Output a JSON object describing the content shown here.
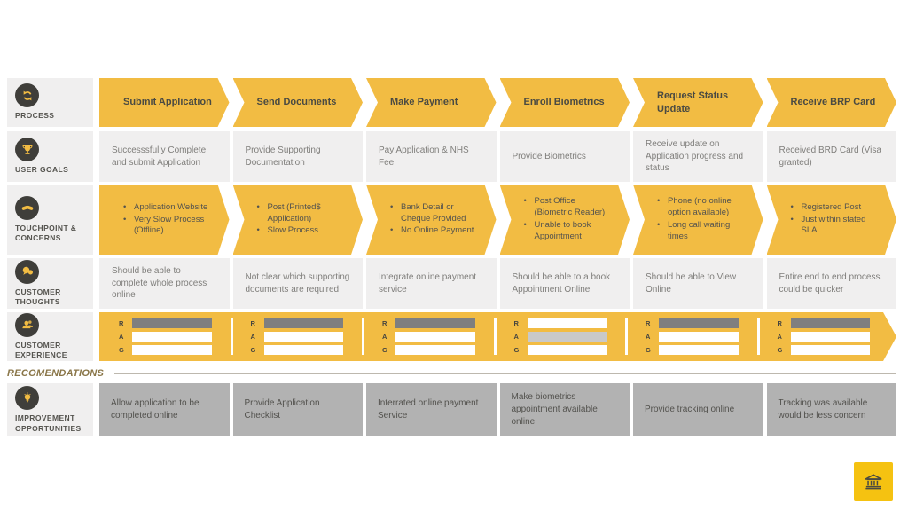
{
  "colors": {
    "yellow": "#F2BC43",
    "dark_circle": "#3F3E3A",
    "light_box": "#F0EFEF",
    "gray_box": "#B2B2B2",
    "rag_filled_dark": "#7F7F7F",
    "rag_filled_light": "#C9C9C9",
    "rag_empty": "#FFFFFF",
    "recommendations_text": "#8A7648"
  },
  "sidebar": {
    "process_label": "PROCESS",
    "user_goals_label": "USER GOALS",
    "touchpoints_label": "TOUCHPOINT & CONCERNS",
    "thoughts_label": "CUSTOMER THOUGHTS",
    "experience_label": "CUSTOMER EXPERIENCE",
    "improvement_label": "IMPROVEMENT OPPORTUNITIES",
    "recommendations_label": "RECOMENDATIONS"
  },
  "rag_letters": {
    "r": "R",
    "a": "A",
    "g": "G"
  },
  "columns": [
    {
      "process": "Submit Application",
      "user_goal": "Successsfully Complete and submit Application",
      "touchpoints": [
        "Application Website",
        "Very Slow Process (Offline)"
      ],
      "thought": "Should be able to complete whole process online",
      "rag": [
        "#7F7F7F",
        "#FFFFFF",
        "#FFFFFF"
      ],
      "rag_status": "Red",
      "improvement": "Allow application to be completed online"
    },
    {
      "process": "Send Documents",
      "user_goal": "Provide Supporting Documentation",
      "touchpoints": [
        "Post (Printed$ Application)",
        "Slow Process"
      ],
      "thought": "Not clear which supporting documents are required",
      "rag": [
        "#7F7F7F",
        "#FFFFFF",
        "#FFFFFF"
      ],
      "rag_status": "Red",
      "improvement": "Provide Application Checklist"
    },
    {
      "process": "Make Payment",
      "user_goal": "Pay Application & NHS Fee",
      "touchpoints": [
        "Bank Detail or Cheque Provided",
        "No Online Payment"
      ],
      "thought": "Integrate online payment service",
      "rag": [
        "#7F7F7F",
        "#FFFFFF",
        "#FFFFFF"
      ],
      "rag_status": "Red",
      "improvement": "Interrated online payment Service"
    },
    {
      "process": "Enroll Biometrics",
      "user_goal": "Provide Biometrics",
      "touchpoints": [
        "Post Office (Biometric Reader)",
        "Unable to book Appointment"
      ],
      "thought": "Should be able to a book Appointment Online",
      "rag": [
        "#FFFFFF",
        "#C9C9C9",
        "#FFFFFF"
      ],
      "rag_status": "Amber",
      "improvement": "Make biometrics appointment available online"
    },
    {
      "process": "Request Status Update",
      "user_goal": "Receive update on Application progress and status",
      "touchpoints": [
        "Phone (no online option available)",
        "Long call waiting times"
      ],
      "thought": "Should be able to View Online",
      "rag": [
        "#7F7F7F",
        "#FFFFFF",
        "#FFFFFF"
      ],
      "rag_status": "Red",
      "improvement": "Provide tracking online"
    },
    {
      "process": "Receive BRP Card",
      "user_goal": "Received BRD Card (Visa granted)",
      "touchpoints": [
        "Registered Post",
        "Just within stated SLA"
      ],
      "thought": "Entire end to end process could be quicker",
      "rag": [
        "#7F7F7F",
        "#FFFFFF",
        "#FFFFFF"
      ],
      "rag_status": "Red",
      "improvement": "Tracking was available would be less concern"
    }
  ]
}
